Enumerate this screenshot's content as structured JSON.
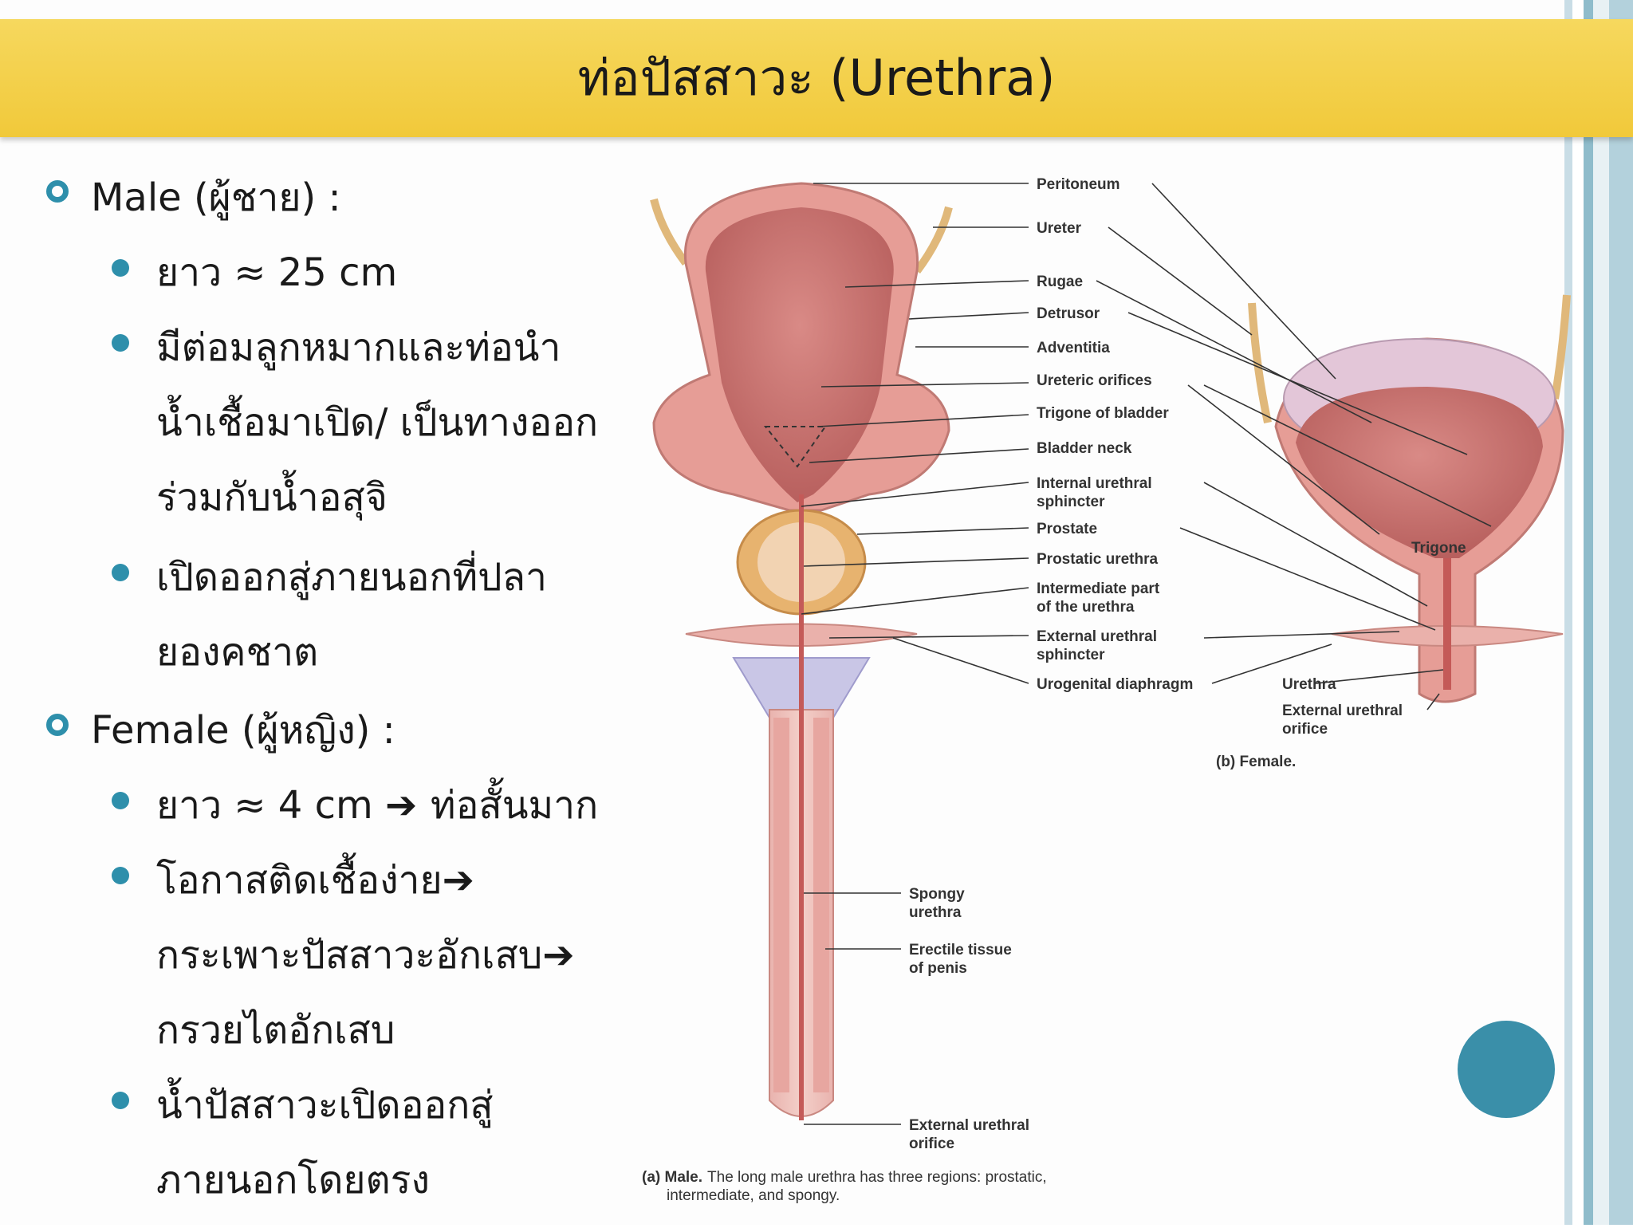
{
  "title": "ท่อปัสสาวะ (Urethra)",
  "content": {
    "male_heading": "Male (ผู้ชาย) :",
    "male_points": [
      "ยาว ≈ 25 cm",
      "มีต่อมลูกหมากและท่อนำ",
      "น้ำเชื้อมาเปิด/ เป็นทางออก",
      "ร่วมกับน้ำอสุจิ",
      "เปิดออกสู่ภายนอกที่ปลา",
      "ยองคชาต"
    ],
    "female_heading": "Female (ผู้หญิง) :",
    "female_points": [
      "ยาว ≈ 4 cm",
      "ท่อสั้นมาก",
      "โอกาสติดเชื้อง่าย",
      "กระเพาะปัสสาวะอักเสบ",
      "กรวยไตอักเสบ",
      "น้ำปัสสาวะเปิดออกสู่",
      "ภายนอกโดยตรง"
    ]
  },
  "diagram": {
    "labels": {
      "peritoneum": "Peritoneum",
      "ureter": "Ureter",
      "rugae": "Rugae",
      "detrusor": "Detrusor",
      "adventitia": "Adventitia",
      "ureteric_orifices": "Ureteric orifices",
      "trigone_of_bladder": "Trigone of bladder",
      "bladder_neck": "Bladder neck",
      "internal_sphincter_1": "Internal urethral",
      "internal_sphincter_2": "sphincter",
      "prostate": "Prostate",
      "prostatic_urethra": "Prostatic urethra",
      "intermediate_1": "Intermediate part",
      "intermediate_2": "of the urethra",
      "external_sphincter_1": "External urethral",
      "external_sphincter_2": "sphincter",
      "urogenital_diaphragm": "Urogenital diaphragm",
      "spongy_1": "Spongy",
      "spongy_2": "urethra",
      "erectile_1": "Erectile tissue",
      "erectile_2": "of penis",
      "ext_orifice_1": "External urethral",
      "ext_orifice_2": "orifice",
      "trigone": "Trigone",
      "urethra": "Urethra",
      "female_ext_orifice_1": "External urethral",
      "female_ext_orifice_2": "orifice"
    },
    "caption_female_bold": "(b) Female.",
    "caption_male_bold": "(a) Male.",
    "caption_male_1": "The long male urethra has three regions: prostatic,",
    "caption_male_2": "intermediate, and spongy."
  }
}
